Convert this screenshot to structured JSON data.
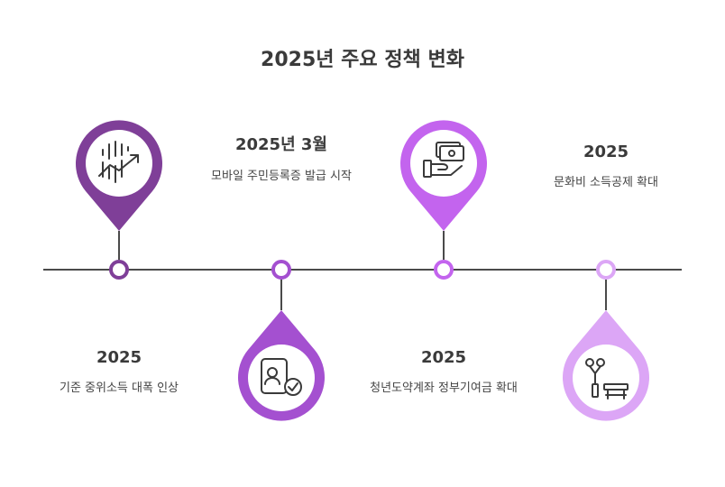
{
  "title": "2025년 주요 정책 변화",
  "colors": {
    "line": "#4a4a4a",
    "stage1": "#7f3f98",
    "stage2": "#a450d0",
    "stage3": "#c364ee",
    "stage4": "#dca6f6"
  },
  "events": [
    {
      "year": "2025",
      "text": "기준 중위소득 대폭 인상",
      "icon": "growth-chart-icon"
    },
    {
      "year": "2025년 3월",
      "text": "모바일 주민등록증 발급 시작",
      "icon": "id-card-check-icon"
    },
    {
      "year": "2025",
      "text": "청년도약계좌 정부기여금 확대",
      "icon": "money-hand-icon"
    },
    {
      "year": "2025",
      "text": "문화비 소득공제 확대",
      "icon": "park-bench-icon"
    }
  ]
}
